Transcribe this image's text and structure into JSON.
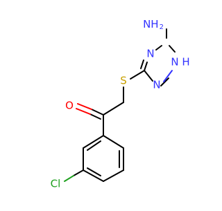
{
  "molecule": {
    "atoms": {
      "nh2": "NH",
      "nh2_sub": "2",
      "n_ring_top": "N",
      "n_ring_nh": "N",
      "h_ring_nh": "H",
      "n_ring_bottom": "N",
      "s": "S",
      "o": "O",
      "cl": "Cl"
    },
    "colors": {
      "bond": "#000000",
      "nitrogen": "#3333ff",
      "oxygen": "#ff0000",
      "sulfur": "#c8a000",
      "chlorine": "#1ea01e"
    }
  }
}
